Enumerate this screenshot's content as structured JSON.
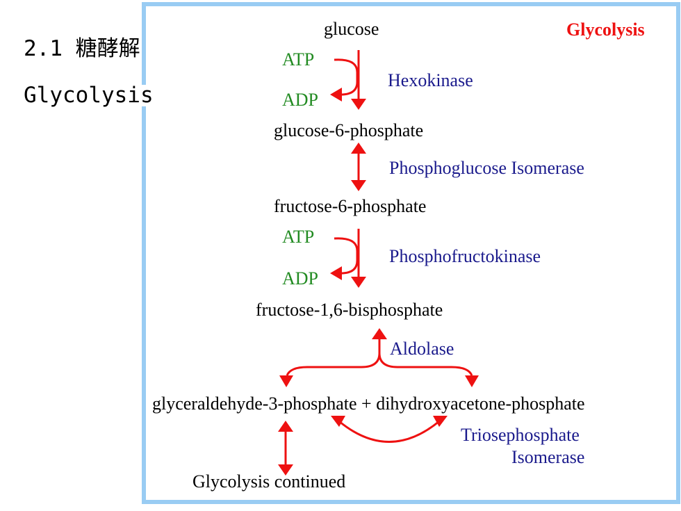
{
  "side_title": {
    "line1": "2.1 糖酵解",
    "line2": "Glycolysis"
  },
  "diagram": {
    "title": "Glycolysis",
    "molecules": {
      "glucose": "glucose",
      "g6p": "glucose-6-phosphate",
      "f6p": "fructose-6-phosphate",
      "f16bp": "fructose-1,6-bisphosphate",
      "g3p_dhap": "glyceraldehyde-3-phosphate + dihydroxyacetone-phosphate",
      "continued": "Glycolysis continued"
    },
    "cofactors": {
      "atp1": "ATP",
      "adp1": "ADP",
      "atp2": "ATP",
      "adp2": "ADP"
    },
    "enzymes": {
      "hexokinase": "Hexokinase",
      "pgi": "Phosphoglucose Isomerase",
      "pfk": "Phosphofructokinase",
      "aldolase": "Aldolase",
      "tpi_line1": "Triosephosphate",
      "tpi_line2": "Isomerase"
    },
    "colors": {
      "arrow": "#ee1111",
      "cofactor": "#228b22",
      "enzyme": "#1a1a8c",
      "frame": "#99ccf3",
      "title": "#ee1111"
    }
  }
}
